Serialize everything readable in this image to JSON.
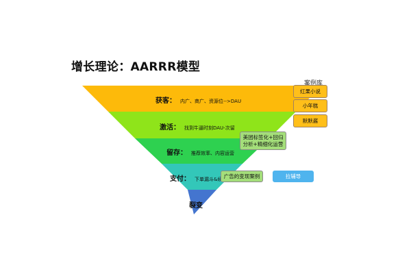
{
  "title": "增长理论：AARRR模型",
  "case_library_label": "案例库",
  "funnel": {
    "layers": [
      {
        "name": "获客：",
        "desc": "内广、商广、资源位-->DAU",
        "color": "#fdba0a"
      },
      {
        "name": "激活：",
        "desc": "找到牛逼时刻DAU-次留",
        "color": "#8fe41a"
      },
      {
        "name": "留存：",
        "desc": "推荐效率、内容运营",
        "color": "#2ed150"
      },
      {
        "name": "支付：",
        "desc": "下单漏斗&续费",
        "color": "#33c7b9"
      },
      {
        "name": "裂变",
        "desc": "",
        "color": "#4475cf"
      }
    ]
  },
  "case_tags": [
    "红果小说",
    "小年糕",
    "默默酱"
  ],
  "side_tags": {
    "activation": [
      "美团标签化+回归",
      "分析+精细化运营"
    ],
    "payment_case": "广告的变现案例",
    "tutoring": "拉辅导"
  }
}
